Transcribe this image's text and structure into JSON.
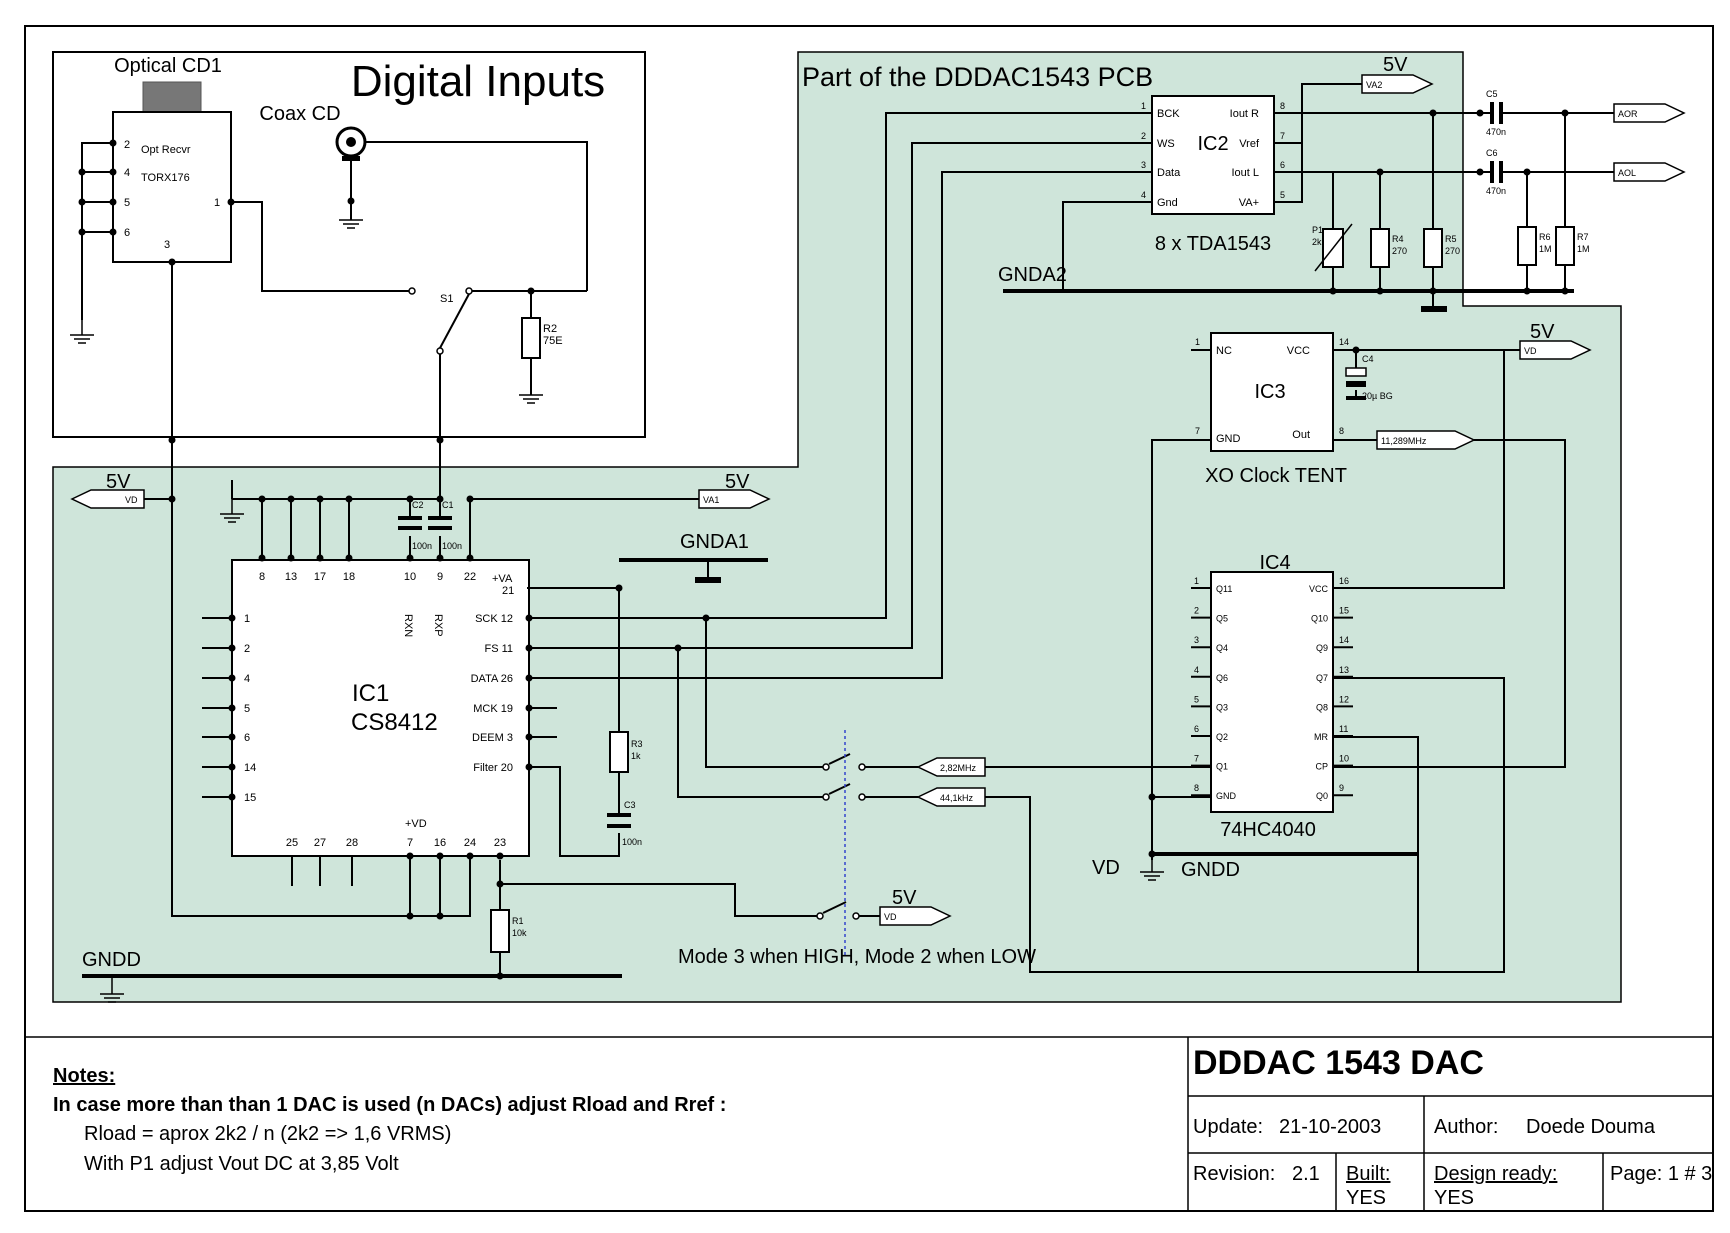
{
  "title_block": {
    "title": "DDDAC 1543 DAC",
    "update_label": "Update:",
    "update_value": "21-10-2003",
    "author_label": "Author:",
    "author_value": "Doede Douma",
    "revision_label": "Revision:",
    "revision_value": "2.1",
    "built_label": "Built:",
    "built_value": "YES",
    "design_ready_label": "Design ready:",
    "design_ready_value": "YES",
    "page_label": "Page: 1 # 3"
  },
  "notes": {
    "heading": "Notes:",
    "line1": "In case more than than 1 DAC is used (n DACs) adjust Rload and Rref :",
    "line2": "Rload = aprox 2k2 / n  (2k2 => 1,6 VRMS)",
    "line3": "With P1 adjust Vout DC at 3,85 Volt"
  },
  "colors": {
    "pcb_fill": "#cfe5da",
    "pcb_heading": "#e0241b",
    "wire": "#000000",
    "mode_divider": "#3344cc"
  },
  "digital_inputs": {
    "heading": "Digital Inputs",
    "optical_label": "Optical CD1",
    "coax_label": "Coax CD",
    "receiver_line1": "Opt Recvr",
    "receiver_line2": "TORX176",
    "pins": [
      "2",
      "4",
      "5",
      "6",
      "1",
      "3"
    ],
    "switch_label": "S1",
    "r2_name": "R2",
    "r2_value": "75E"
  },
  "pcb": {
    "heading": "Part of the DDDAC1543 PCB",
    "ic2": {
      "name": "IC2",
      "caption": "8 x TDA1543",
      "pins_left": [
        "BCK",
        "WS",
        "Data",
        "Gnd"
      ],
      "pins_right": [
        "Iout R",
        "Vref",
        "Iout L",
        "VA+"
      ],
      "nums_left": [
        "1",
        "2",
        "3",
        "4"
      ],
      "nums_right": [
        "8",
        "7",
        "6",
        "5"
      ]
    },
    "va2_tag": "VA2",
    "va2_voltage": "5V",
    "aor_tag": "AOR",
    "aol_tag": "AOL",
    "c5_name": "C5",
    "c5_value": "470n",
    "c6_name": "C6",
    "c6_value": "470n",
    "p1_name": "P1",
    "p1_value": "2k",
    "r4_name": "R4",
    "r4_value": "270",
    "r5_name": "R5",
    "r5_value": "270",
    "r6_name": "R6",
    "r6_value": "1M",
    "r7_name": "R7",
    "r7_value": "1M",
    "gnda2": "GNDA2"
  },
  "ic3": {
    "name": "IC3",
    "caption": "XO Clock TENT",
    "pin_nc": "NC",
    "pin_vcc": "VCC",
    "pin_gnd": "GND",
    "pin_out": "Out",
    "num_nc": "1",
    "num_vcc": "14",
    "num_gnd": "7",
    "num_out": "8",
    "c4_name": "C4",
    "c4_value": "20µ BG",
    "vd_tag": "VD",
    "vd_voltage": "5V",
    "clock_tag": "11,289MHz"
  },
  "ic4": {
    "name": "IC4",
    "caption": "74HC4040",
    "pins_left": [
      "Q11",
      "Q5",
      "Q4",
      "Q6",
      "Q3",
      "Q2",
      "Q1",
      "GND"
    ],
    "nums_left": [
      "1",
      "2",
      "3",
      "4",
      "5",
      "6",
      "7",
      "8"
    ],
    "pins_right": [
      "VCC",
      "Q10",
      "Q9",
      "Q7",
      "Q8",
      "MR",
      "CP",
      "Q0"
    ],
    "nums_right": [
      "16",
      "15",
      "14",
      "13",
      "12",
      "11",
      "10",
      "9"
    ]
  },
  "ic1": {
    "name": "IC1",
    "part": "CS8412",
    "top_pins": [
      "8",
      "13",
      "17",
      "18",
      "10",
      "9",
      "22"
    ],
    "rxn": "RXN",
    "rxp": "RXP",
    "va_label": "+VA",
    "va_num": "21",
    "left_pins": [
      "1",
      "2",
      "4",
      "5",
      "6",
      "14",
      "15"
    ],
    "right_pins": [
      {
        "name": "SCK",
        "num": "12"
      },
      {
        "name": "FS",
        "num": "11"
      },
      {
        "name": "DATA",
        "num": "26"
      },
      {
        "name": "MCK",
        "num": "19"
      },
      {
        "name": "DEEM",
        "num": "3"
      },
      {
        "name": "Filter",
        "num": "20"
      }
    ],
    "bottom_pins": [
      "25",
      "27",
      "28",
      "7",
      "16",
      "24",
      "23"
    ],
    "vd_label": "+VD"
  },
  "lower": {
    "vd_tag_left": "VD",
    "vd_voltage_left": "5V",
    "va1_tag": "VA1",
    "va1_voltage": "5V",
    "c1_name": "C1",
    "c1_value": "100n",
    "c2_name": "C2",
    "c2_value": "100n",
    "c3_name": "C3",
    "c3_value": "100n",
    "r3_name": "R3",
    "r3_value": "1k",
    "r1_name": "R1",
    "r1_value": "10k",
    "gnda1": "GNDA1",
    "gndd_left": "GNDD",
    "gndd_right": "GNDD",
    "vd_right": "VD",
    "tag_282": "2,82MHz",
    "tag_441": "44,1kHz",
    "mode_vd_tag": "VD",
    "mode_vd_voltage": "5V",
    "mode_text": "Mode 3 when HIGH, Mode 2 when LOW"
  }
}
